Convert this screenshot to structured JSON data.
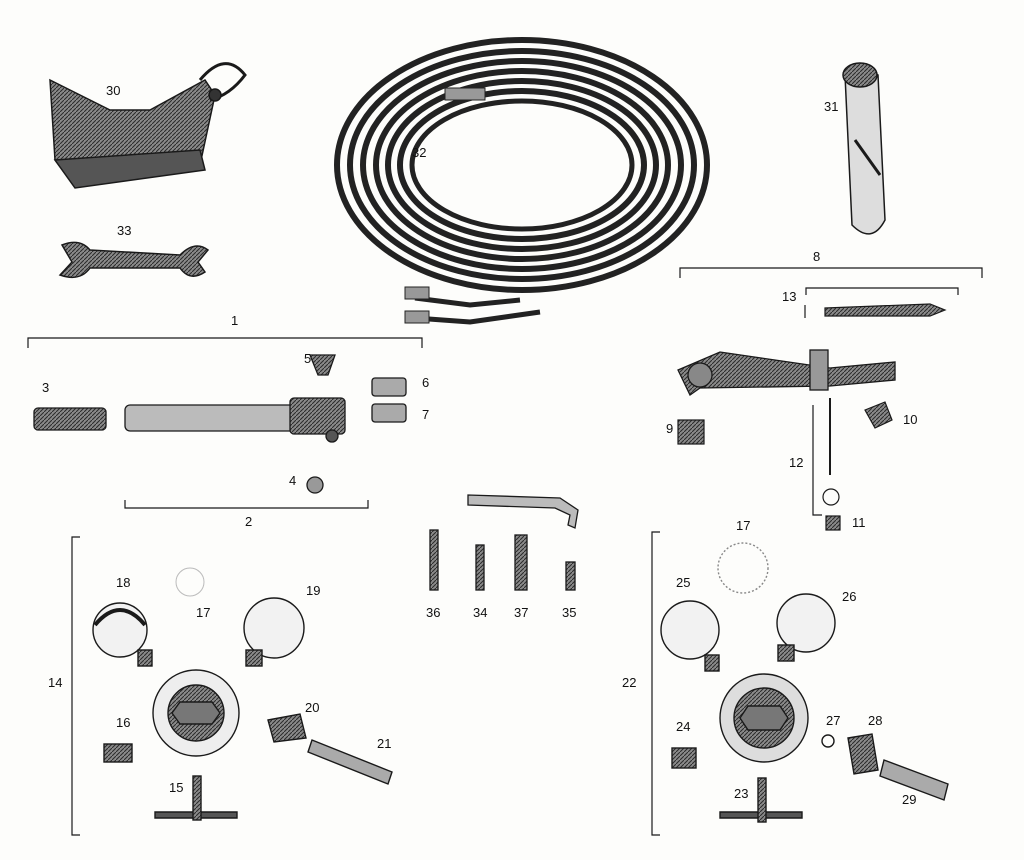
{
  "callouts": {
    "c1": "1",
    "c2": "2",
    "c3": "3",
    "c4": "4",
    "c5": "5",
    "c6": "6",
    "c7": "7",
    "c8": "8",
    "c9": "9",
    "c10": "10",
    "c11": "11",
    "c12": "12",
    "c13": "13",
    "c14": "14",
    "c15": "15",
    "c16": "16",
    "c17a": "17",
    "c17b": "17",
    "c18": "18",
    "c19": "19",
    "c20": "20",
    "c21": "21",
    "c22": "22",
    "c23": "23",
    "c24": "24",
    "c25": "25",
    "c26": "26",
    "c27": "27",
    "c28": "28",
    "c29": "29",
    "c30": "30",
    "c31": "31",
    "c32": "32",
    "c33": "33",
    "c34": "34",
    "c35": "35",
    "c36": "36",
    "c37": "37"
  },
  "colors": {
    "ink": "#1a1a1a",
    "paper": "#fdfdfb",
    "shade": "#6b6b6b"
  }
}
